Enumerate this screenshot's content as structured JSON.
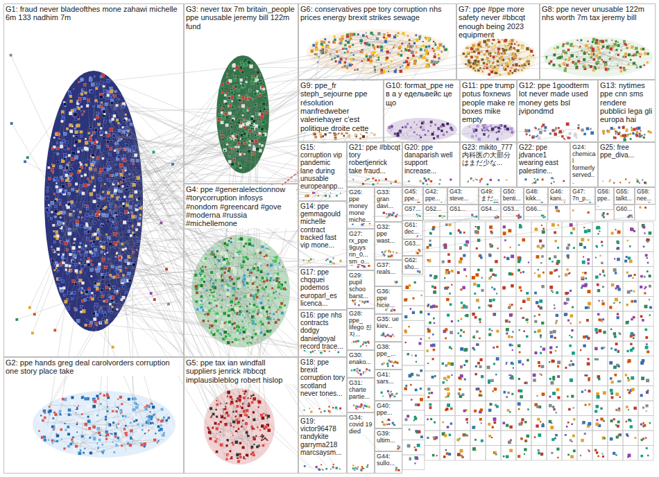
{
  "diagram": {
    "nodes": [
      {
        "text": [
          "G1: fraud never bladeofthes mone zahawi michelle 6m 133 nadhim 7m"
        ]
      },
      {
        "text": [
          "G3: never tax 7m britain_people ppe unusable jeremy bill 122m fund"
        ]
      },
      {
        "text": [
          "G6: conservatives ppe tory corruption nhs prices energy brexit strikes sewage"
        ]
      },
      {
        "text": [
          "G7: ppe #ppe more safety never #bbcqt enough being 2023 equipment"
        ]
      },
      {
        "text": [
          "G8: ppe never unusable 122m nhs worth 7m tax jeremy bill"
        ]
      },
      {
        "text": [
          "G9: ppe_fr steph_sejourne ppe résolution manfredweber valeriehayer c'est politique droite cette"
        ]
      },
      {
        "text": [
          "G10: format_ppe не в а у едельвейс це що"
        ]
      },
      {
        "text": [
          "G11: ppe trump potus foxnews people make re boxes mike empty"
        ]
      },
      {
        "text": [
          "G12: ppe 1goodterm lot never made used money gets bsl jvipondmd"
        ]
      },
      {
        "text": [
          "G13: nytimes ppe cnn sms rendere pubblici lega gli europa hai"
        ]
      },
      {
        "text": [
          "G15: corruption vip pandemic lane during unusable europeanpp..."
        ]
      },
      {
        "text": [
          "G21: ppe #bbcqt tory robertjenrick take fraud..."
        ]
      },
      {
        "text": [
          "G20: ppe danaparish well support increase..."
        ]
      },
      {
        "text": [
          "G23: mikito_777 内科医の大部分はまだ少な..."
        ]
      },
      {
        "text": [
          "G22: ppe jdvance1 wearing east palestine..."
        ]
      },
      {
        "text": [
          "G24: chemical formerly served..."
        ]
      },
      {
        "text": [
          "G25: free ppe_diva..."
        ]
      },
      {
        "text": [
          "G4: ppe #generalelectionnow #torycorruption infosys #nondom #greencard #gove #moderna #russia #michellemone"
        ]
      },
      {
        "text": [
          "G26: ppe money mone miche..."
        ]
      },
      {
        "text": [
          "G33: gran davi..."
        ]
      },
      {
        "text": [
          "G45: ppe..."
        ]
      },
      {
        "text": [
          "G42: ppe..."
        ]
      },
      {
        "text": [
          "G43: steve..."
        ]
      },
      {
        "text": [
          "G49: まだ..."
        ]
      },
      {
        "text": [
          "G50: benti..."
        ]
      },
      {
        "text": [
          "G48: kikk..."
        ]
      },
      {
        "text": [
          "G46: kani..."
        ]
      },
      {
        "text": [
          "G47: 7n_p..."
        ]
      },
      {
        "text": [
          "G56: ppe..."
        ]
      },
      {
        "text": [
          "G55: talkt..."
        ]
      },
      {
        "text": [
          "G58: nee..."
        ]
      },
      {
        "text": [
          "G57..."
        ]
      },
      {
        "text": [
          "G52..."
        ]
      },
      {
        "text": [
          "G51..."
        ]
      },
      {
        "text": [
          "G54..."
        ]
      },
      {
        "text": [
          "G53..."
        ]
      },
      {
        "text": [
          "G66..."
        ]
      },
      {
        "text": [
          "G60..."
        ]
      },
      {
        "text": [
          "G14: ppe gemmagould michelle contract tracked fast vip mone..."
        ]
      },
      {
        "text": [
          "G32: ppe wast..."
        ]
      },
      {
        "text": [
          "G61: dec..."
        ]
      },
      {
        "text": [
          "G27: rx_ppe 9guys rin_0... sm_o..."
        ]
      },
      {
        "text": [
          "G63..."
        ]
      },
      {
        "text": [
          "G37: reals..."
        ]
      },
      {
        "text": [
          "G17: ppe chqquei podemos europarl_es licenca..."
        ]
      },
      {
        "text": [
          "G29: pupil schoo barst..."
        ]
      },
      {
        "text": [
          "G62: sho..."
        ]
      },
      {
        "text": [
          "G36: ppe hicie..."
        ]
      },
      {
        "text": [
          "G35: ue kiev..."
        ]
      },
      {
        "text": [
          "G16: ppe nhs contracts dodgy danielgoyal record trace..."
        ]
      },
      {
        "text": [
          "G28: ppe_ lifego 진자..."
        ]
      },
      {
        "text": [
          "G38: ppe_..."
        ]
      },
      {
        "text": [
          "G30: enako..."
        ]
      },
      {
        "text": [
          "G2: ppe hands greg deal carolvorders corruption one story place take"
        ]
      },
      {
        "text": [
          "G5: ppe tax ian windfall suppliers jenrick #bbcqt implausibleblog robert hislop"
        ]
      },
      {
        "text": [
          "G18: ppe brexit corruption tory scotland never tones..."
        ]
      },
      {
        "text": [
          "G41: sars..."
        ]
      },
      {
        "text": [
          "G31: charte partie..."
        ]
      },
      {
        "text": [
          "G40: ppe..."
        ]
      },
      {
        "text": [
          "G19: victor96478 randykite garryma218 marcsaysm..."
        ]
      },
      {
        "text": [
          "G34: covid 19 died"
        ]
      },
      {
        "text": [
          "G39: ultim..."
        ]
      },
      {
        "text": [
          "G44: sullo..."
        ]
      }
    ]
  }
}
